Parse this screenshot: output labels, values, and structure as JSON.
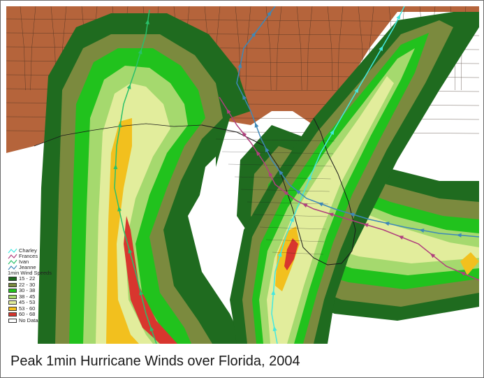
{
  "caption": "Peak 1min Hurricane Winds over Florida, 2004",
  "legend": {
    "tracks": [
      {
        "label": "Charley",
        "color": "#43e8e0"
      },
      {
        "label": "Frances",
        "color": "#b0407e"
      },
      {
        "label": "Ivan",
        "color": "#29c06a"
      },
      {
        "label": "Jeanne",
        "color": "#3d88b8"
      }
    ],
    "title": "1min Wind Speeds",
    "bins": [
      {
        "label": "15 - 22",
        "color": "#1f6b1f"
      },
      {
        "label": "22 - 30",
        "color": "#7b8a3e"
      },
      {
        "label": "30 - 38",
        "color": "#21c21d"
      },
      {
        "label": "38 - 45",
        "color": "#a5d96e"
      },
      {
        "label": "45 - 53",
        "color": "#e2ed9c"
      },
      {
        "label": "53 - 60",
        "color": "#f2c01e"
      },
      {
        "label": "60 - 68",
        "color": "#d8362e"
      },
      {
        "label": "No Data",
        "color": "#ffffff"
      }
    ]
  },
  "colors": {
    "land": "#b5643b",
    "boundary": "#1a1a1a"
  }
}
